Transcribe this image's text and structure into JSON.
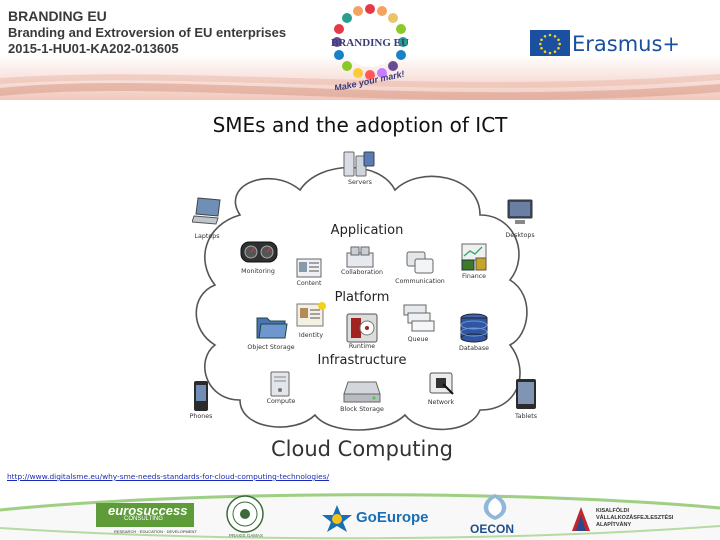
{
  "header": {
    "project_title": "BRANDING EU",
    "project_subtitle": "Branding and Extroversion of EU enterprises",
    "project_code": "2015-1-HU01-KA202-013605",
    "center_logo_text": "BRANDING EU",
    "center_logo_tagline": "Make your mark!",
    "erasmus_label": "Erasmus+"
  },
  "slide": {
    "title": "SMEs and the adoption of ICT"
  },
  "diagram": {
    "nodes": {
      "servers": "Servers",
      "laptops": "Laptops",
      "desktops": "Desktops",
      "monitoring": "Monitoring",
      "content": "Content",
      "collaboration": "Collaboration",
      "communication": "Communication",
      "finance": "Finance",
      "identity": "Identity",
      "object_storage": "Object Storage",
      "runtime": "Runtime",
      "queue": "Queue",
      "database": "Database",
      "compute": "Compute",
      "block_storage": "Block Storage",
      "network": "Network",
      "phones": "Phones",
      "tablets": "Tablets"
    },
    "layers": {
      "application": "Application",
      "platform": "Platform",
      "infrastructure": "Infrastructure"
    },
    "title": "Cloud Computing"
  },
  "source_url": "http://www.digitalsme.eu/why-sme-needs-standards-for-cloud-computing-technologies/",
  "footer": {
    "eurosuccess_name": "eurosuccess",
    "eurosuccess_sub": "CONSULTING",
    "eurosuccess_tags": "RESEARCH · EDUCATION · DEVELOPMENT",
    "seal_text": "PRAXIS GAMAS",
    "goeurope": "GoEurope",
    "oecon": "OECON",
    "kfva_line1": "KISALFÖLDI",
    "kfva_line2": "VÁLLALKOZÁSFEJLESZTÉSI",
    "kfva_line3": "ALAPÍTVÁNY"
  },
  "colors": {
    "header_band": "#e2ab9a",
    "erasmus_blue": "#1b4fa0",
    "eu_star": "#f6d21b",
    "footer_green": "#5e9c3a",
    "link": "#1a2bb8"
  }
}
